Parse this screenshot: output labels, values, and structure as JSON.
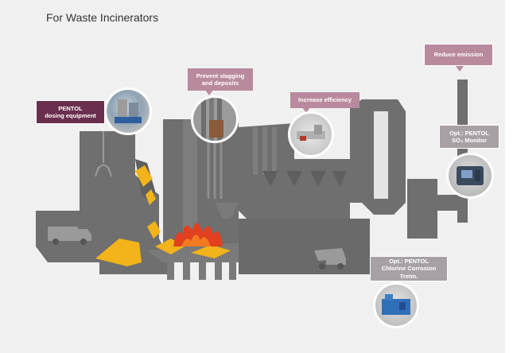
{
  "title": "For Waste Incinerators",
  "colors": {
    "background": "#f0f0f0",
    "structure": "#6f6f6f",
    "structure_light": "#8a8a8a",
    "waste": "#f2b31b",
    "fire_red": "#e2401f",
    "fire_orange": "#f27a20",
    "callout_dark": "#6b2f4e",
    "callout_mauve": "#b98a9d",
    "callout_grey": "#a7a1a6"
  },
  "callouts": {
    "dosing": "PENTOL\ndosing equipment",
    "slagging": "Prevent slagging\nand deposits",
    "efficiency": "Increase efficiency",
    "emission": "Reduce emission",
    "so3": "Opt.: PENTOL\nSO₃ Monitor",
    "chlorine": "Opt.: PENTOL\nChlorine Corrosion Tretm."
  },
  "icons": [
    "dosing-equipment-photo",
    "slagging-tubes-photo",
    "efficiency-equipment-photo",
    "so3-monitor-photo",
    "chlorine-treatment-photo",
    "garbage-truck-icon",
    "grab-claw-icon",
    "dump-truck-icon"
  ]
}
